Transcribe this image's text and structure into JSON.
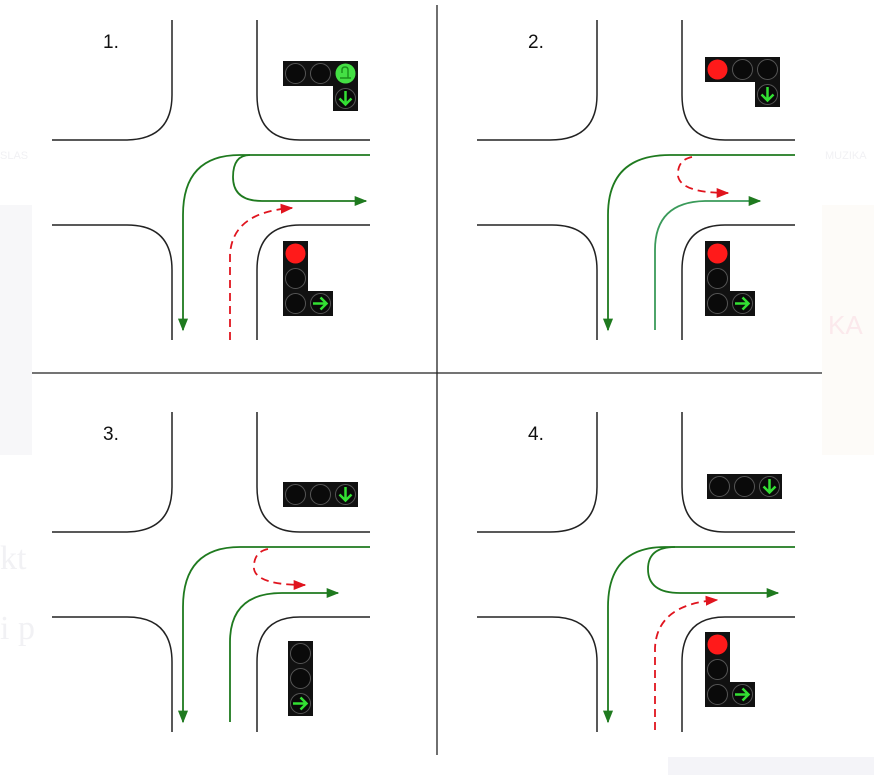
{
  "background": {
    "left_nav": "SLAS",
    "right_nav": "MUZIKA",
    "right_banner": "KA",
    "left_text_1": "kt",
    "left_text_2": "i p"
  },
  "panels": [
    {
      "label": "1."
    },
    {
      "label": "2."
    },
    {
      "label": "3."
    },
    {
      "label": "4."
    }
  ],
  "colors": {
    "green_path": "#1f7a1f",
    "red_path": "#e0141e",
    "light_green": "#33e033",
    "light_red": "#ff1a1a"
  }
}
